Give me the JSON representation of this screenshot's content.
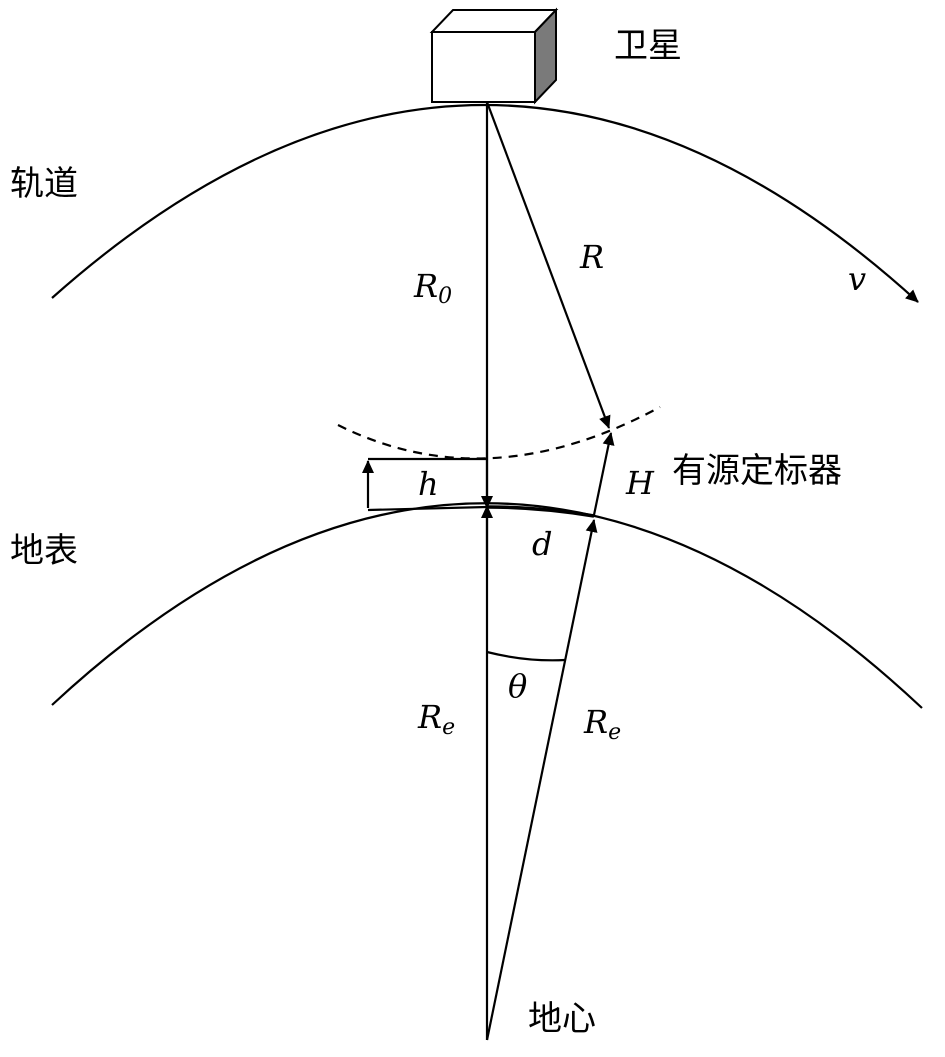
{
  "labels": {
    "satellite": "卫星",
    "orbit": "轨道",
    "surface": "地表",
    "calibrator": "有源定标器",
    "earth_center": "地心"
  },
  "symbols": {
    "R0_main": "R",
    "R0_sub": "0",
    "R": "R",
    "v": "v",
    "h": "h",
    "H": "H",
    "d": "d",
    "theta": "θ",
    "Re_left_main": "R",
    "Re_left_sub": "e",
    "Re_right_main": "R",
    "Re_right_sub": "e"
  }
}
